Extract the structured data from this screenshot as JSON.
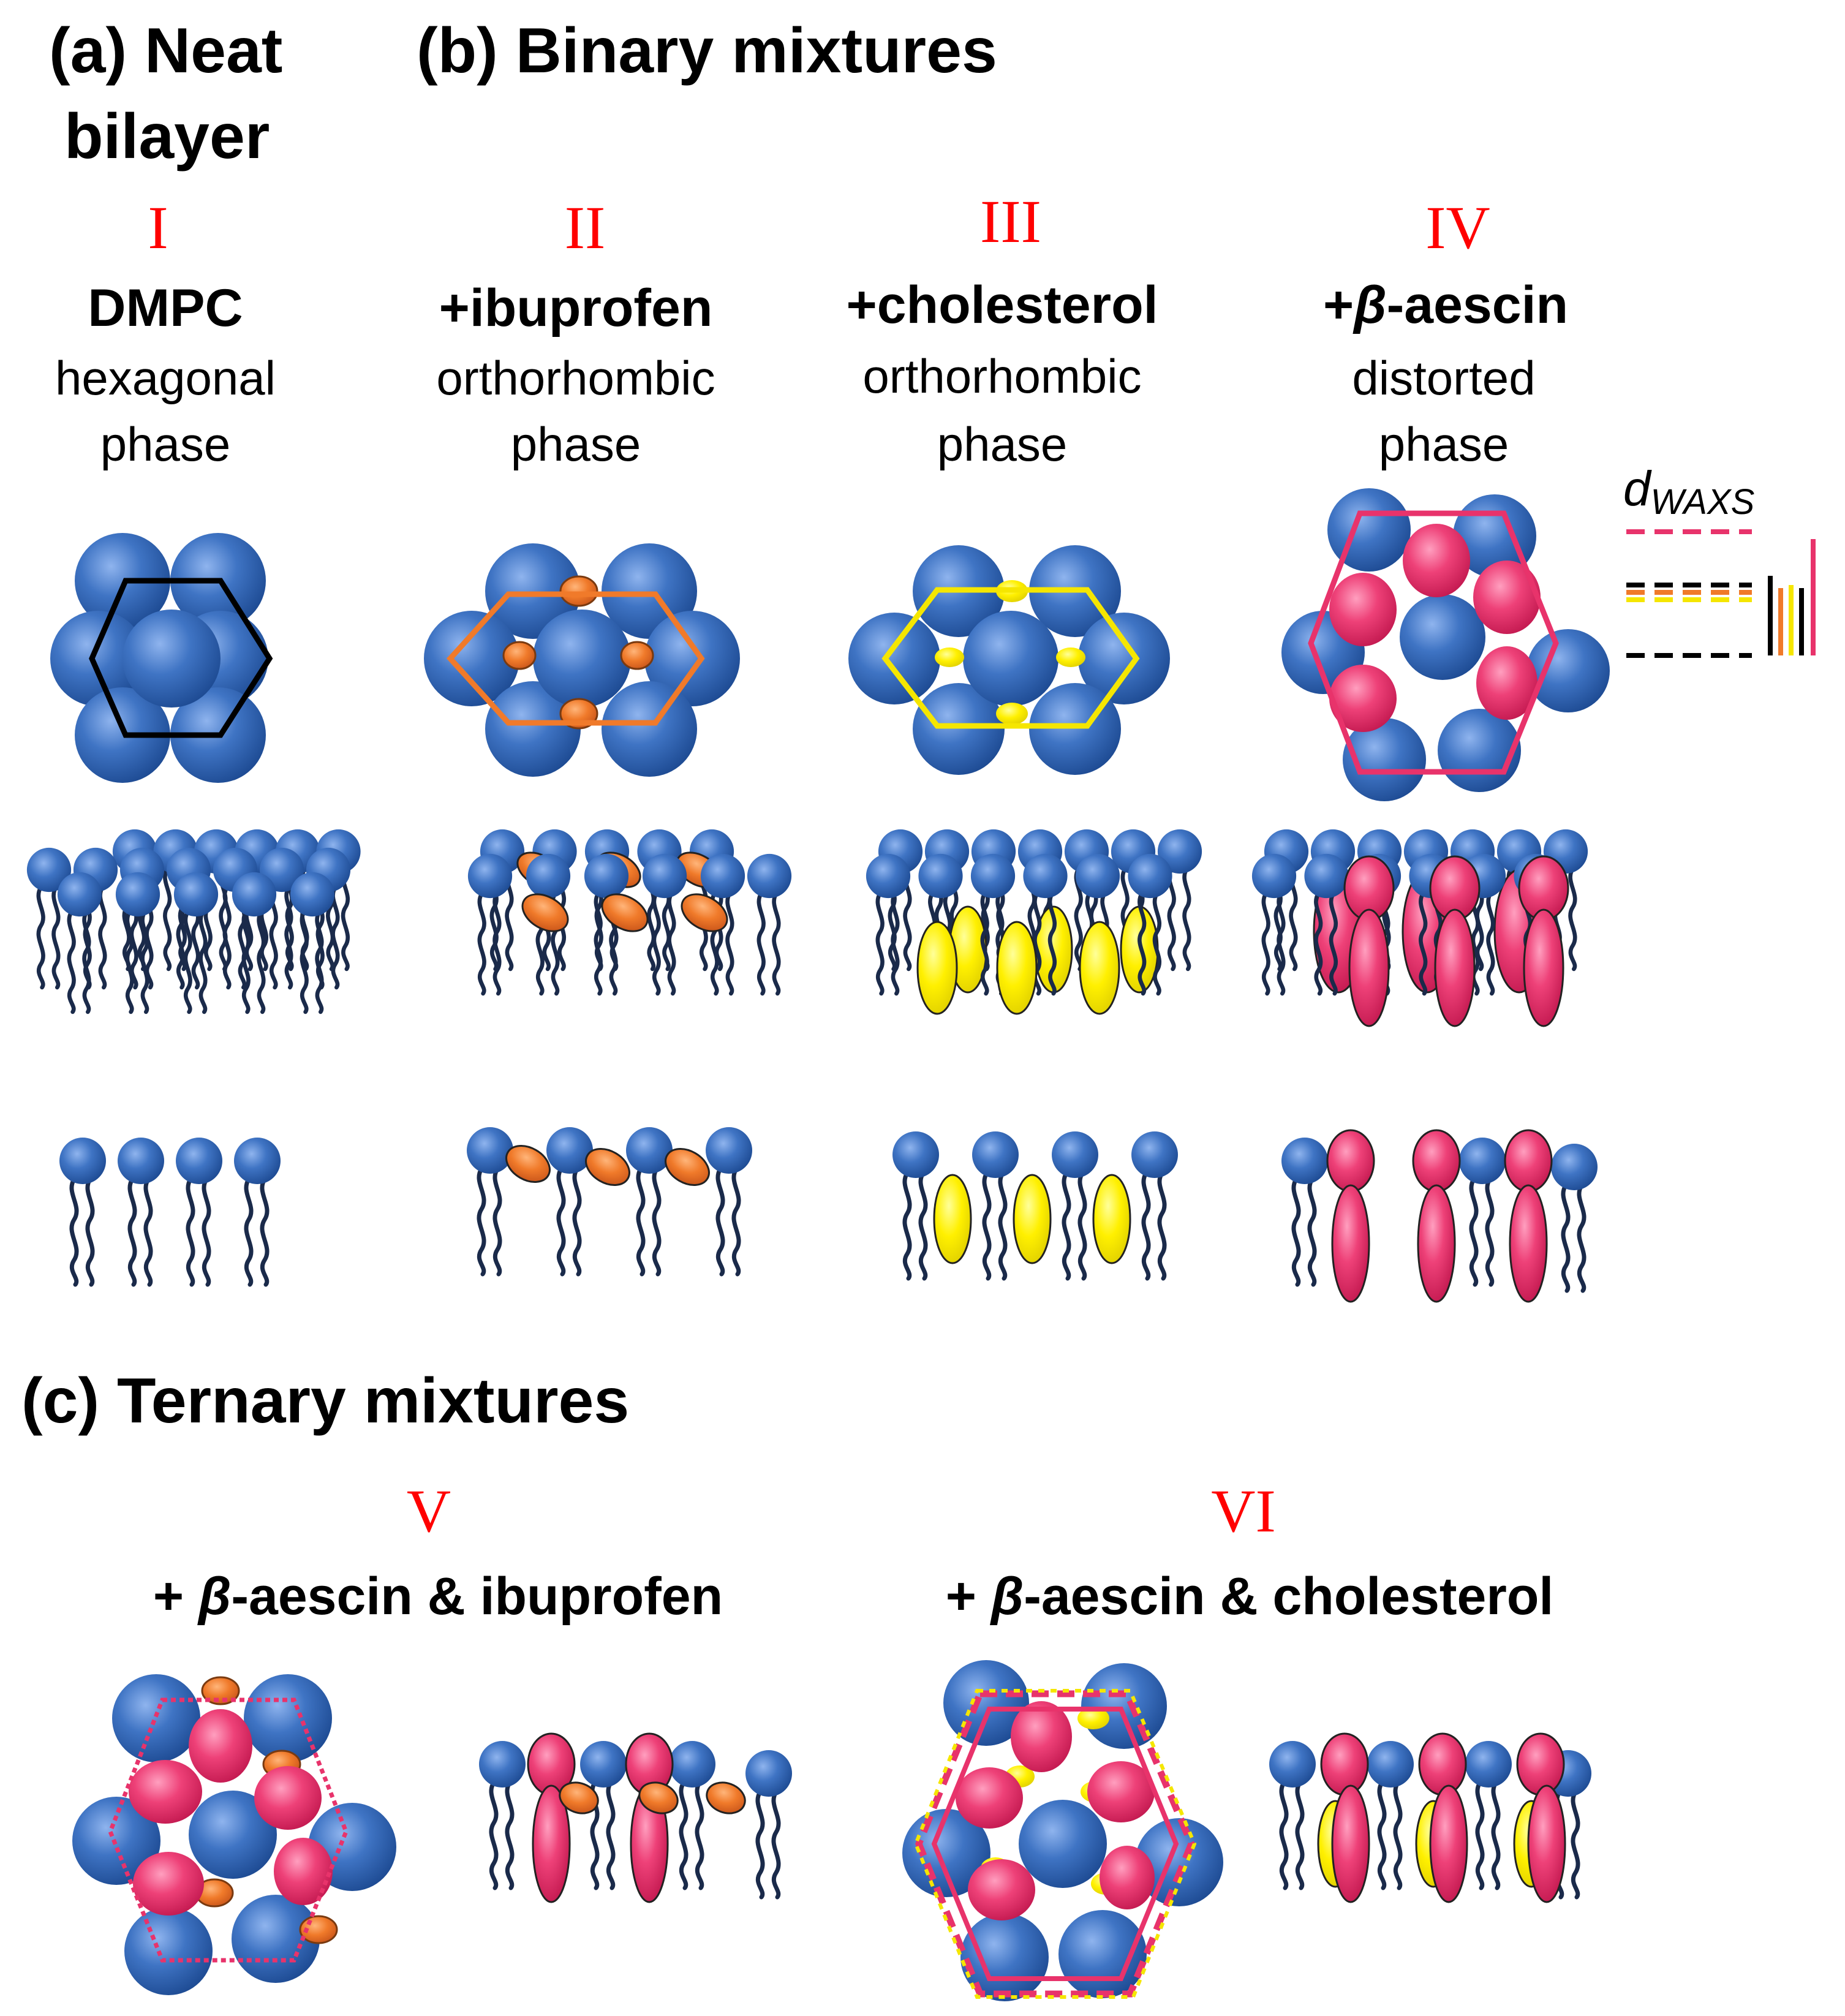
{
  "headings": {
    "a_line1": "(a) Neat",
    "a_line2": "bilayer",
    "b": "(b) Binary mixtures",
    "c": "(c) Ternary mixtures"
  },
  "panels": [
    {
      "roman": "I",
      "name": "DMPC",
      "phase_line1": "hexagonal",
      "phase_line2": "phase"
    },
    {
      "roman": "II",
      "name": "+ibuprofen",
      "phase_line1": "orthorhombic",
      "phase_line2": "phase"
    },
    {
      "roman": "III",
      "name": "+cholesterol",
      "phase_line1": "orthorhombic",
      "phase_line2": "phase"
    },
    {
      "roman": "IV",
      "name_prefix": "+",
      "name_greek": "β",
      "name_suffix": "-aescin",
      "phase_line1": "distorted",
      "phase_line2": "phase"
    },
    {
      "roman": "V",
      "name_prefix": "+ ",
      "name_greek": "β",
      "name_suffix": "-aescin & ibuprofen"
    },
    {
      "roman": "VI",
      "name_prefix": "+ ",
      "name_greek": "β",
      "name_suffix": "-aescin & cholesterol"
    }
  ],
  "legend": {
    "symbol": "d",
    "subscript": "WAXS"
  },
  "colors": {
    "lipid_head": "#2b5fa8",
    "lipid_tail": "#1a2a4a",
    "ibuprofen": "#f07a2a",
    "cholesterol": "#f5e600",
    "aescin": "#e8336b",
    "hex_dmpc": "#000000",
    "hex_ibuprofen": "#f07a2a",
    "hex_cholesterol": "#f5e600",
    "hex_aescin": "#e8336b"
  }
}
